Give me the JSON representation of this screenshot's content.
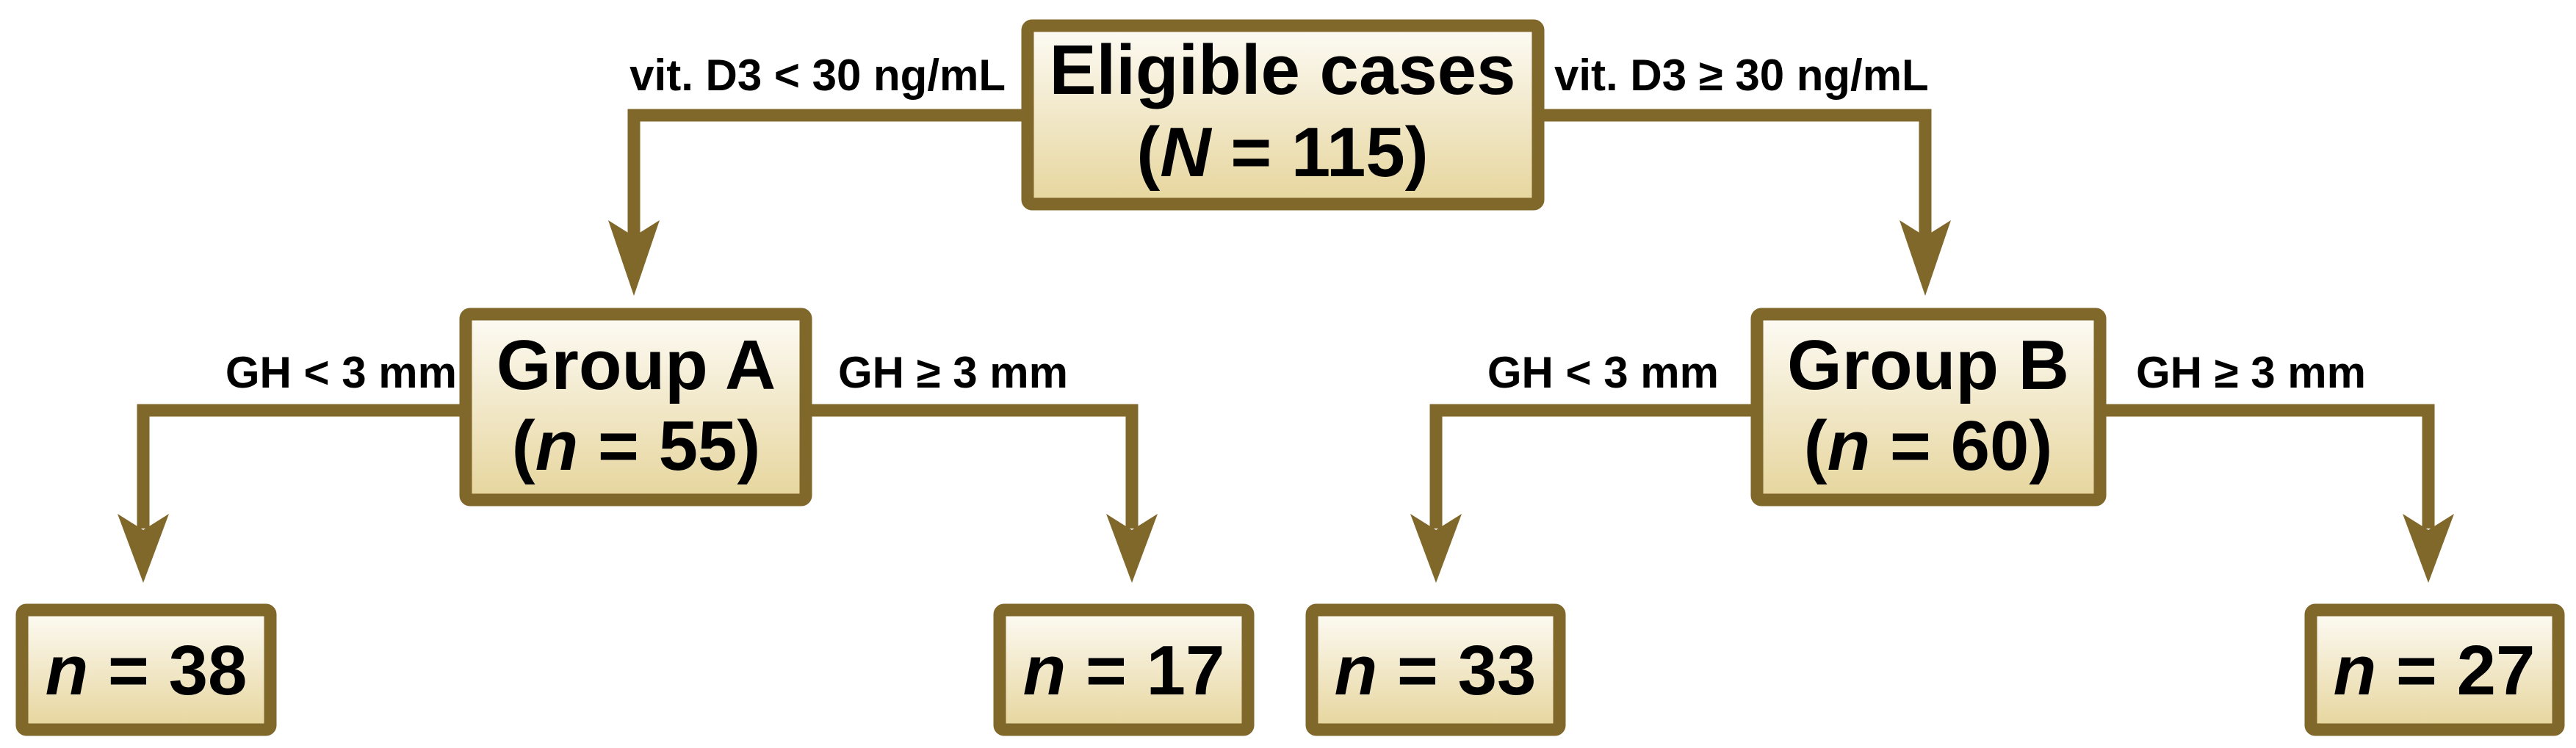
{
  "root": {
    "title": "Eligible cases",
    "count_prefix": "(",
    "count_var": "N",
    "count_value": " = 115)"
  },
  "edges": {
    "root_left": "vit. D3 < 30 ng/mL",
    "root_right": "vit. D3 ≥ 30 ng/mL",
    "a_left": "GH < 3 mm",
    "a_right": "GH ≥ 3 mm",
    "b_left": "GH < 3 mm",
    "b_right": "GH ≥ 3 mm"
  },
  "group_a": {
    "title": "Group A",
    "count_prefix": "(",
    "count_var": "n",
    "count_value": " = 55)"
  },
  "group_b": {
    "title": "Group B",
    "count_prefix": "(",
    "count_var": "n",
    "count_value": " = 60)"
  },
  "leaves": [
    {
      "var": "n",
      "value": " = 38"
    },
    {
      "var": "n",
      "value": " = 17"
    },
    {
      "var": "n",
      "value": " = 33"
    },
    {
      "var": "n",
      "value": " = 27"
    }
  ],
  "colors": {
    "border": "#80672a",
    "fill_top": "#fdfbf5",
    "fill_bottom": "#e6d59c"
  }
}
